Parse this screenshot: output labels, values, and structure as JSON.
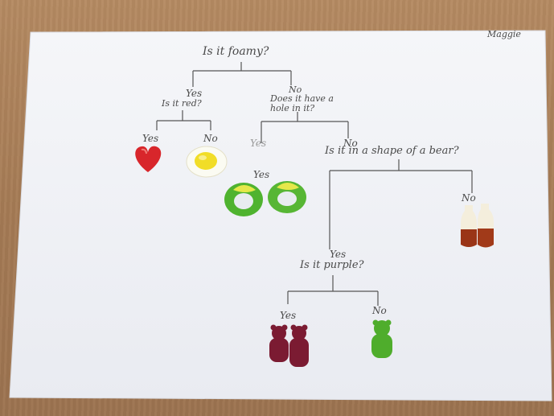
{
  "author": "Maggie",
  "tree": {
    "root_question": "Is it foamy?",
    "left": {
      "branch_label": "Yes",
      "question": "Is it red?",
      "yes_label": "Yes",
      "no_label": "No",
      "yes_item": "heart-gummy",
      "no_item": "egg-gummy"
    },
    "right": {
      "branch_label": "No",
      "question": "Does it have a hole in it?",
      "yes_label": "Yes",
      "yes_label_repeat": "Yes",
      "yes_item": "ring-gummies",
      "no_label": "No",
      "no_question": "Is it in a shape of a bear?",
      "bear_no_label": "No",
      "bear_no_item": "cola-bottle-gummies",
      "bear_yes_label": "Yes",
      "bear_yes_question": "Is it purple?",
      "purple_yes_label": "Yes",
      "purple_yes_item": "purple-bear-gummies",
      "purple_no_label": "No",
      "purple_no_item": "green-bear-gummy"
    }
  },
  "colors": {
    "table": "#a97f58",
    "paper": "#f3f4f8",
    "ink": "#4a4a4a",
    "heart": "#d8262b",
    "egg_white": "#fbfbf2",
    "egg_yolk": "#f1dd27",
    "ring_green": "#4fb32f",
    "ring_yellow": "#e5e84a",
    "cola_brown": "#9a3517",
    "cola_cream": "#f4eedc",
    "purple_bear": "#7b1b32",
    "green_bear": "#4fad2c"
  }
}
